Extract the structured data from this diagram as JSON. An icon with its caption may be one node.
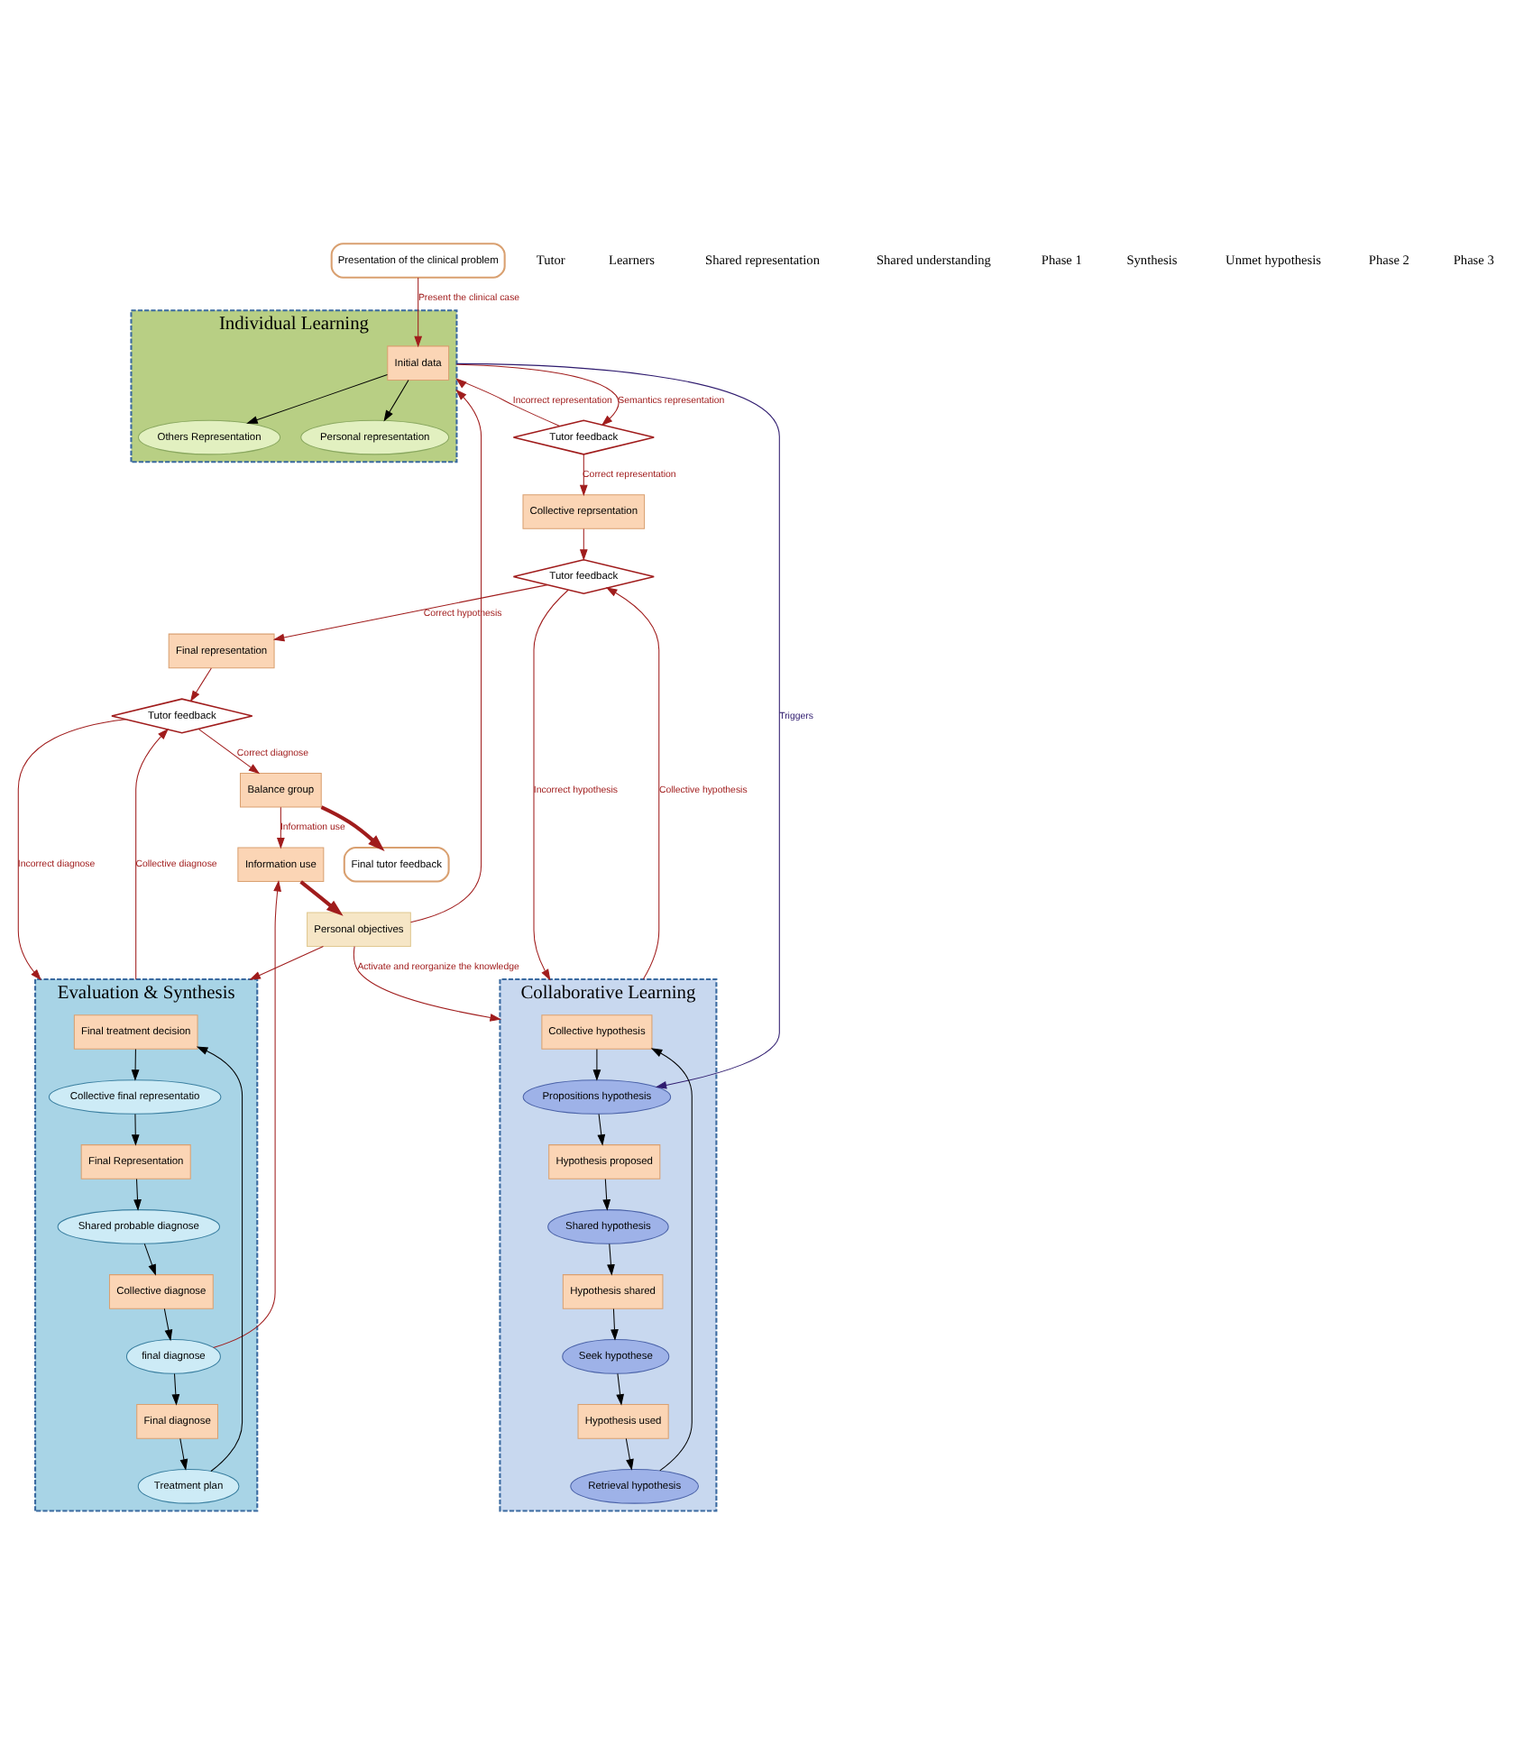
{
  "diagram": {
    "nodes": [
      {
        "text": [
          "Presentation of the clinical problem"
        ]
      },
      {
        "text": [
          "Individual Learning"
        ]
      },
      {
        "text": [
          "Initial data"
        ],
        "in": 1
      },
      {
        "text": [
          "Others Representation"
        ],
        "in": 1
      },
      {
        "text": [
          "Personal representation"
        ],
        "in": 1
      },
      {
        "text": [
          "Tutor feedback"
        ]
      },
      {
        "text": [
          "Collective reprsentation"
        ]
      },
      {
        "text": [
          "Collaborative Learning"
        ]
      },
      {
        "text": [
          "Collective hypothesis"
        ],
        "in": 7
      },
      {
        "text": [
          "Propositions hypothesis"
        ],
        "in": 7
      },
      {
        "text": [
          "Hypothesis proposed"
        ],
        "in": 7
      },
      {
        "text": [
          "Shared hypothesis"
        ],
        "in": 7
      },
      {
        "text": [
          "Hypothesis shared"
        ],
        "in": 7
      },
      {
        "text": [
          "Seek hypothese"
        ],
        "in": 7
      },
      {
        "text": [
          "Hypothesis used"
        ],
        "in": 7
      },
      {
        "text": [
          "Retrieval hypothesis"
        ],
        "in": 7
      },
      {
        "text": [
          "Tutor feedback"
        ]
      },
      {
        "text": [
          "Final representation"
        ]
      },
      {
        "text": [
          "Evaluation & Synthesis"
        ]
      },
      {
        "text": [
          "Final treatment decision"
        ],
        "in": 18
      },
      {
        "text": [
          "Collective final representatio"
        ],
        "in": 18
      },
      {
        "text": [
          "Final Representation"
        ],
        "in": 18
      },
      {
        "text": [
          "Shared probable diagnose"
        ],
        "in": 18
      },
      {
        "text": [
          "Collective diagnose"
        ],
        "in": 18
      },
      {
        "text": [
          "final diagnose"
        ],
        "in": 18
      },
      {
        "text": [
          "Final diagnose"
        ],
        "in": 18
      },
      {
        "text": [
          "Treatment plan"
        ],
        "in": 18
      },
      {
        "text": [
          "Tutor feedback"
        ]
      },
      {
        "text": [
          "Balance group"
        ]
      },
      {
        "text": [
          "Information use"
        ]
      },
      {
        "text": [
          "Final tutor feedback"
        ]
      },
      {
        "text": [
          "Personal objectives"
        ]
      }
    ],
    "edges": [
      {
        "from": 0,
        "to": 2,
        "arrow": "to",
        "label": "Present the clinical case"
      },
      {
        "from": 2,
        "to": 3,
        "arrow": "to",
        "color": "#000000"
      },
      {
        "from": 2,
        "to": 4,
        "arrow": "to",
        "color": "#000000"
      },
      {
        "from": 1,
        "to": 5,
        "arrow": "to",
        "label": "Semantics representation"
      },
      {
        "from": 5,
        "to": 1,
        "arrow": "to",
        "label": "Incorrect representation"
      },
      {
        "from": 5,
        "to": 6,
        "arrow": "to",
        "label": "Correct representation"
      },
      {
        "from": 1,
        "to": 9,
        "arrow": "to",
        "label": "Triggers",
        "color": "#2e1a6e"
      },
      {
        "from": 6,
        "to": 16,
        "arrow": "to"
      },
      {
        "from": 8,
        "to": 9,
        "arrow": "to",
        "color": "#000000"
      },
      {
        "from": 9,
        "to": 10,
        "arrow": "to",
        "color": "#000000"
      },
      {
        "from": 10,
        "to": 11,
        "arrow": "to",
        "color": "#000000"
      },
      {
        "from": 11,
        "to": 12,
        "arrow": "to",
        "color": "#000000"
      },
      {
        "from": 12,
        "to": 13,
        "arrow": "to",
        "color": "#000000"
      },
      {
        "from": 13,
        "to": 14,
        "arrow": "to",
        "color": "#000000"
      },
      {
        "from": 14,
        "to": 15,
        "arrow": "to",
        "color": "#000000"
      },
      {
        "from": 15,
        "to": 8,
        "arrow": "to",
        "color": "#000000"
      },
      {
        "from": 7,
        "to": 16,
        "arrow": "to",
        "label": "Collective hypothesis"
      },
      {
        "from": 16,
        "to": 7,
        "arrow": "to",
        "label": "Incorrect hypothesis"
      },
      {
        "from": 16,
        "to": 17,
        "arrow": "to",
        "label": "Correct hypothesis"
      },
      {
        "from": 17,
        "to": 27,
        "arrow": "to"
      },
      {
        "from": 19,
        "to": 20,
        "arrow": "to",
        "color": "#000000"
      },
      {
        "from": 20,
        "to": 21,
        "arrow": "to",
        "color": "#000000"
      },
      {
        "from": 21,
        "to": 22,
        "arrow": "to",
        "color": "#000000"
      },
      {
        "from": 22,
        "to": 23,
        "arrow": "to",
        "color": "#000000"
      },
      {
        "from": 23,
        "to": 24,
        "arrow": "to",
        "color": "#000000"
      },
      {
        "from": 24,
        "to": 25,
        "arrow": "to",
        "color": "#000000"
      },
      {
        "from": 25,
        "to": 26,
        "arrow": "to",
        "color": "#000000"
      },
      {
        "from": 26,
        "to": 19,
        "arrow": "to",
        "color": "#000000"
      },
      {
        "from": 18,
        "to": 27,
        "arrow": "to",
        "label": "Collective diagnose"
      },
      {
        "from": 27,
        "to": 18,
        "arrow": "to",
        "label": "Incorrect diagnose"
      },
      {
        "from": 27,
        "to": 28,
        "arrow": "to",
        "label": "Correct diagnose"
      },
      {
        "from": 24,
        "to": 29,
        "arrow": "to"
      },
      {
        "from": 28,
        "to": 29,
        "arrow": "to",
        "label": "Information use"
      },
      {
        "from": 28,
        "to": 30,
        "arrow": "to",
        "style": "thick"
      },
      {
        "from": 29,
        "to": 31,
        "arrow": "to",
        "style": "thick"
      },
      {
        "from": 31,
        "to": 1,
        "arrow": "to"
      },
      {
        "from": 31,
        "to": 7,
        "arrow": "to",
        "label": "Activate and reorganize the knowledge"
      },
      {
        "from": 31,
        "to": 18,
        "arrow": "to"
      }
    ],
    "labels": [
      "Tutor",
      "Learners",
      "Shared representation",
      "Shared understanding",
      "Phase 1",
      "Synthesis",
      "Unmet hypothesis",
      "Phase 2",
      "Phase 3"
    ]
  }
}
